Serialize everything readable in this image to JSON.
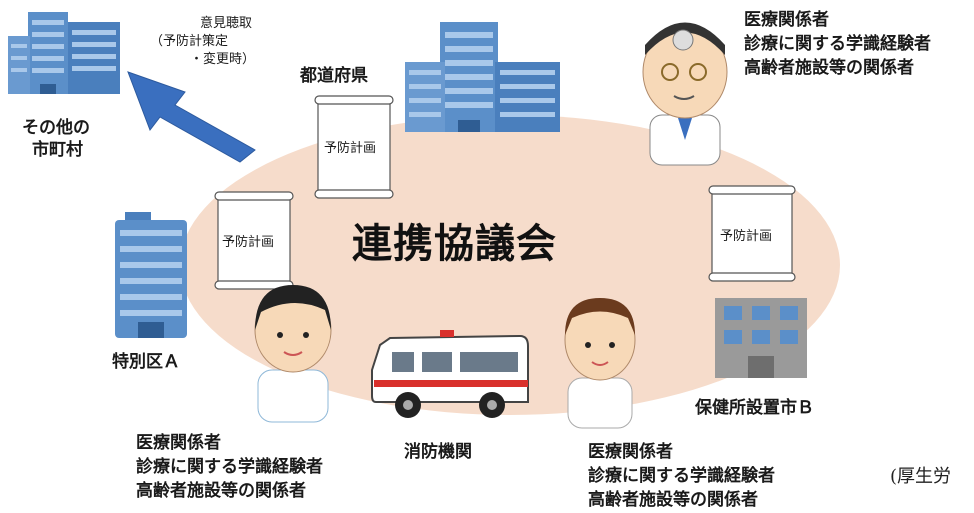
{
  "center_title": "連携協議会",
  "arrow_note": {
    "line1": "意見聴取",
    "line2": "（予防計策定",
    "line3": "・変更時）"
  },
  "entities": {
    "other_municipalities": {
      "line1": "その他の",
      "line2": "市町村"
    },
    "prefecture": "都道府県",
    "special_ward": "特別区Ａ",
    "health_center_city": "保健所設置市Ｂ",
    "fire_department": "消防機関"
  },
  "plans": {
    "prefecture_plan": "予防計画",
    "ward_plan": "予防計画",
    "city_plan": "予防計画"
  },
  "person_groups": {
    "top_right": {
      "line1": "医療関係者",
      "line2": "診療に関する学識経験者",
      "line3": "高齢者施設等の関係者"
    },
    "bottom_left": {
      "line1": "医療関係者",
      "line2": "診療に関する学識経験者",
      "line3": "高齢者施設等の関係者"
    },
    "bottom_center": {
      "line1": "医療関係者",
      "line2": "診療に関する学識経験者",
      "line3": "高齢者施設等の関係者"
    }
  },
  "source_note": "(厚生労",
  "colors": {
    "ellipse": "#f6dccb",
    "arrow": "#3a6fbf",
    "building_blue": "#5b8fc9",
    "building_gray": "#9a9a9a",
    "ambulance_red": "#d9302c"
  }
}
